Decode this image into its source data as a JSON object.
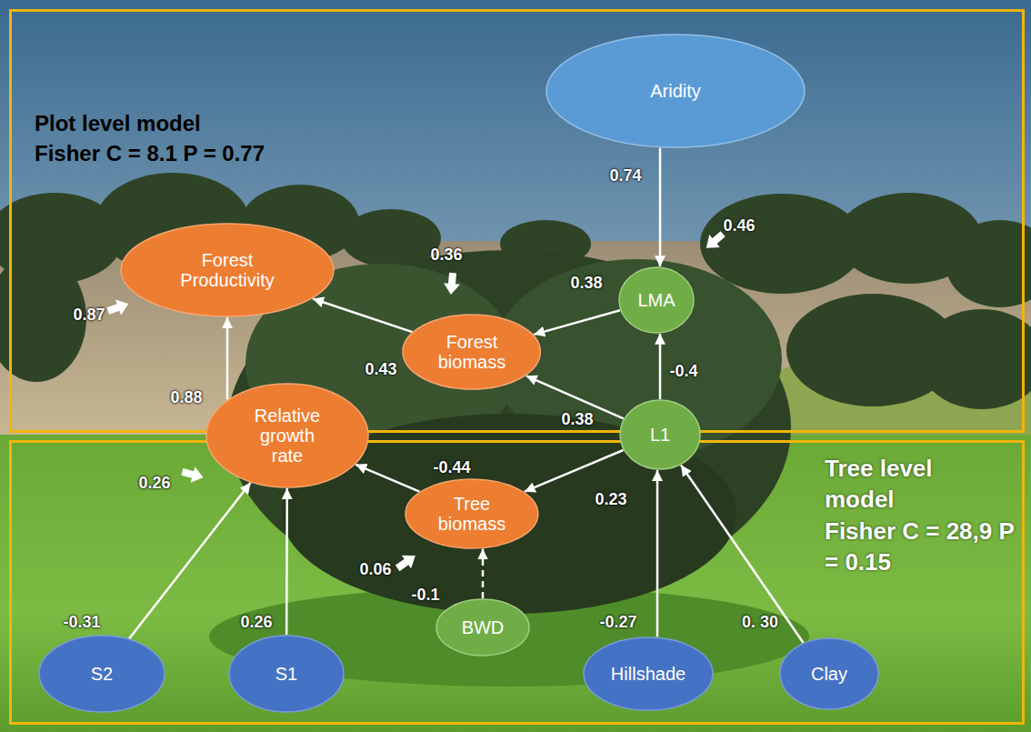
{
  "diagram": {
    "nodes": [
      {
        "text": [
          "Plot level model",
          "Fisher C = 8.1 P = 0.77"
        ]
      },
      {
        "text": [
          "Aridity"
        ],
        "in": 0
      },
      {
        "text": [
          "Forest Productivity"
        ],
        "in": 0
      },
      {
        "text": [
          "LMA"
        ],
        "in": 0
      },
      {
        "text": [
          "Forest biomass"
        ],
        "in": 0
      },
      {
        "text": [
          "Relative growth rate"
        ]
      },
      {
        "text": [
          "L1"
        ]
      },
      {
        "text": [
          "Tree level model",
          "Fisher C = 28,9 P = 0.15"
        ]
      },
      {
        "text": [
          "Tree biomass"
        ],
        "in": 7
      },
      {
        "text": [
          "BWD"
        ],
        "in": 7
      },
      {
        "text": [
          "S2"
        ],
        "in": 7
      },
      {
        "text": [
          "S1"
        ],
        "in": 7
      },
      {
        "text": [
          "Hillshade"
        ],
        "in": 7
      },
      {
        "text": [
          "Clay"
        ],
        "in": 7
      }
    ],
    "edges": [
      {
        "from": 1,
        "to": 3,
        "label": "0.74",
        "arrow": "to"
      },
      {
        "from": 3,
        "to": 4,
        "label": "0.38",
        "arrow": "to"
      },
      {
        "from": 6,
        "to": 3,
        "label": "-0.4",
        "arrow": "to"
      },
      {
        "from": 6,
        "to": 4,
        "label": "0.38",
        "arrow": "to"
      },
      {
        "from": 4,
        "to": 2,
        "label": "0.43",
        "arrow": "to"
      },
      {
        "from": 5,
        "to": 2,
        "label": "0.88",
        "arrow": "to"
      },
      {
        "from": 6,
        "to": 8,
        "label": "0.23",
        "arrow": "to"
      },
      {
        "from": 8,
        "to": 5,
        "label": "-0.44",
        "arrow": "to"
      },
      {
        "from": 9,
        "to": 8,
        "label": "-0.1",
        "arrow": "to"
      },
      {
        "from": 10,
        "to": 5,
        "label": "-0.31",
        "arrow": "to"
      },
      {
        "from": 11,
        "to": 5,
        "label": "0.26",
        "arrow": "to"
      },
      {
        "from": 12,
        "to": 6,
        "label": "-0.27",
        "arrow": "to"
      },
      {
        "from": 13,
        "to": 6,
        "label": "0. 30",
        "arrow": "to"
      }
    ],
    "labels": [
      "0.46",
      "0.36",
      "0.87",
      "0.26",
      "0.06"
    ]
  }
}
